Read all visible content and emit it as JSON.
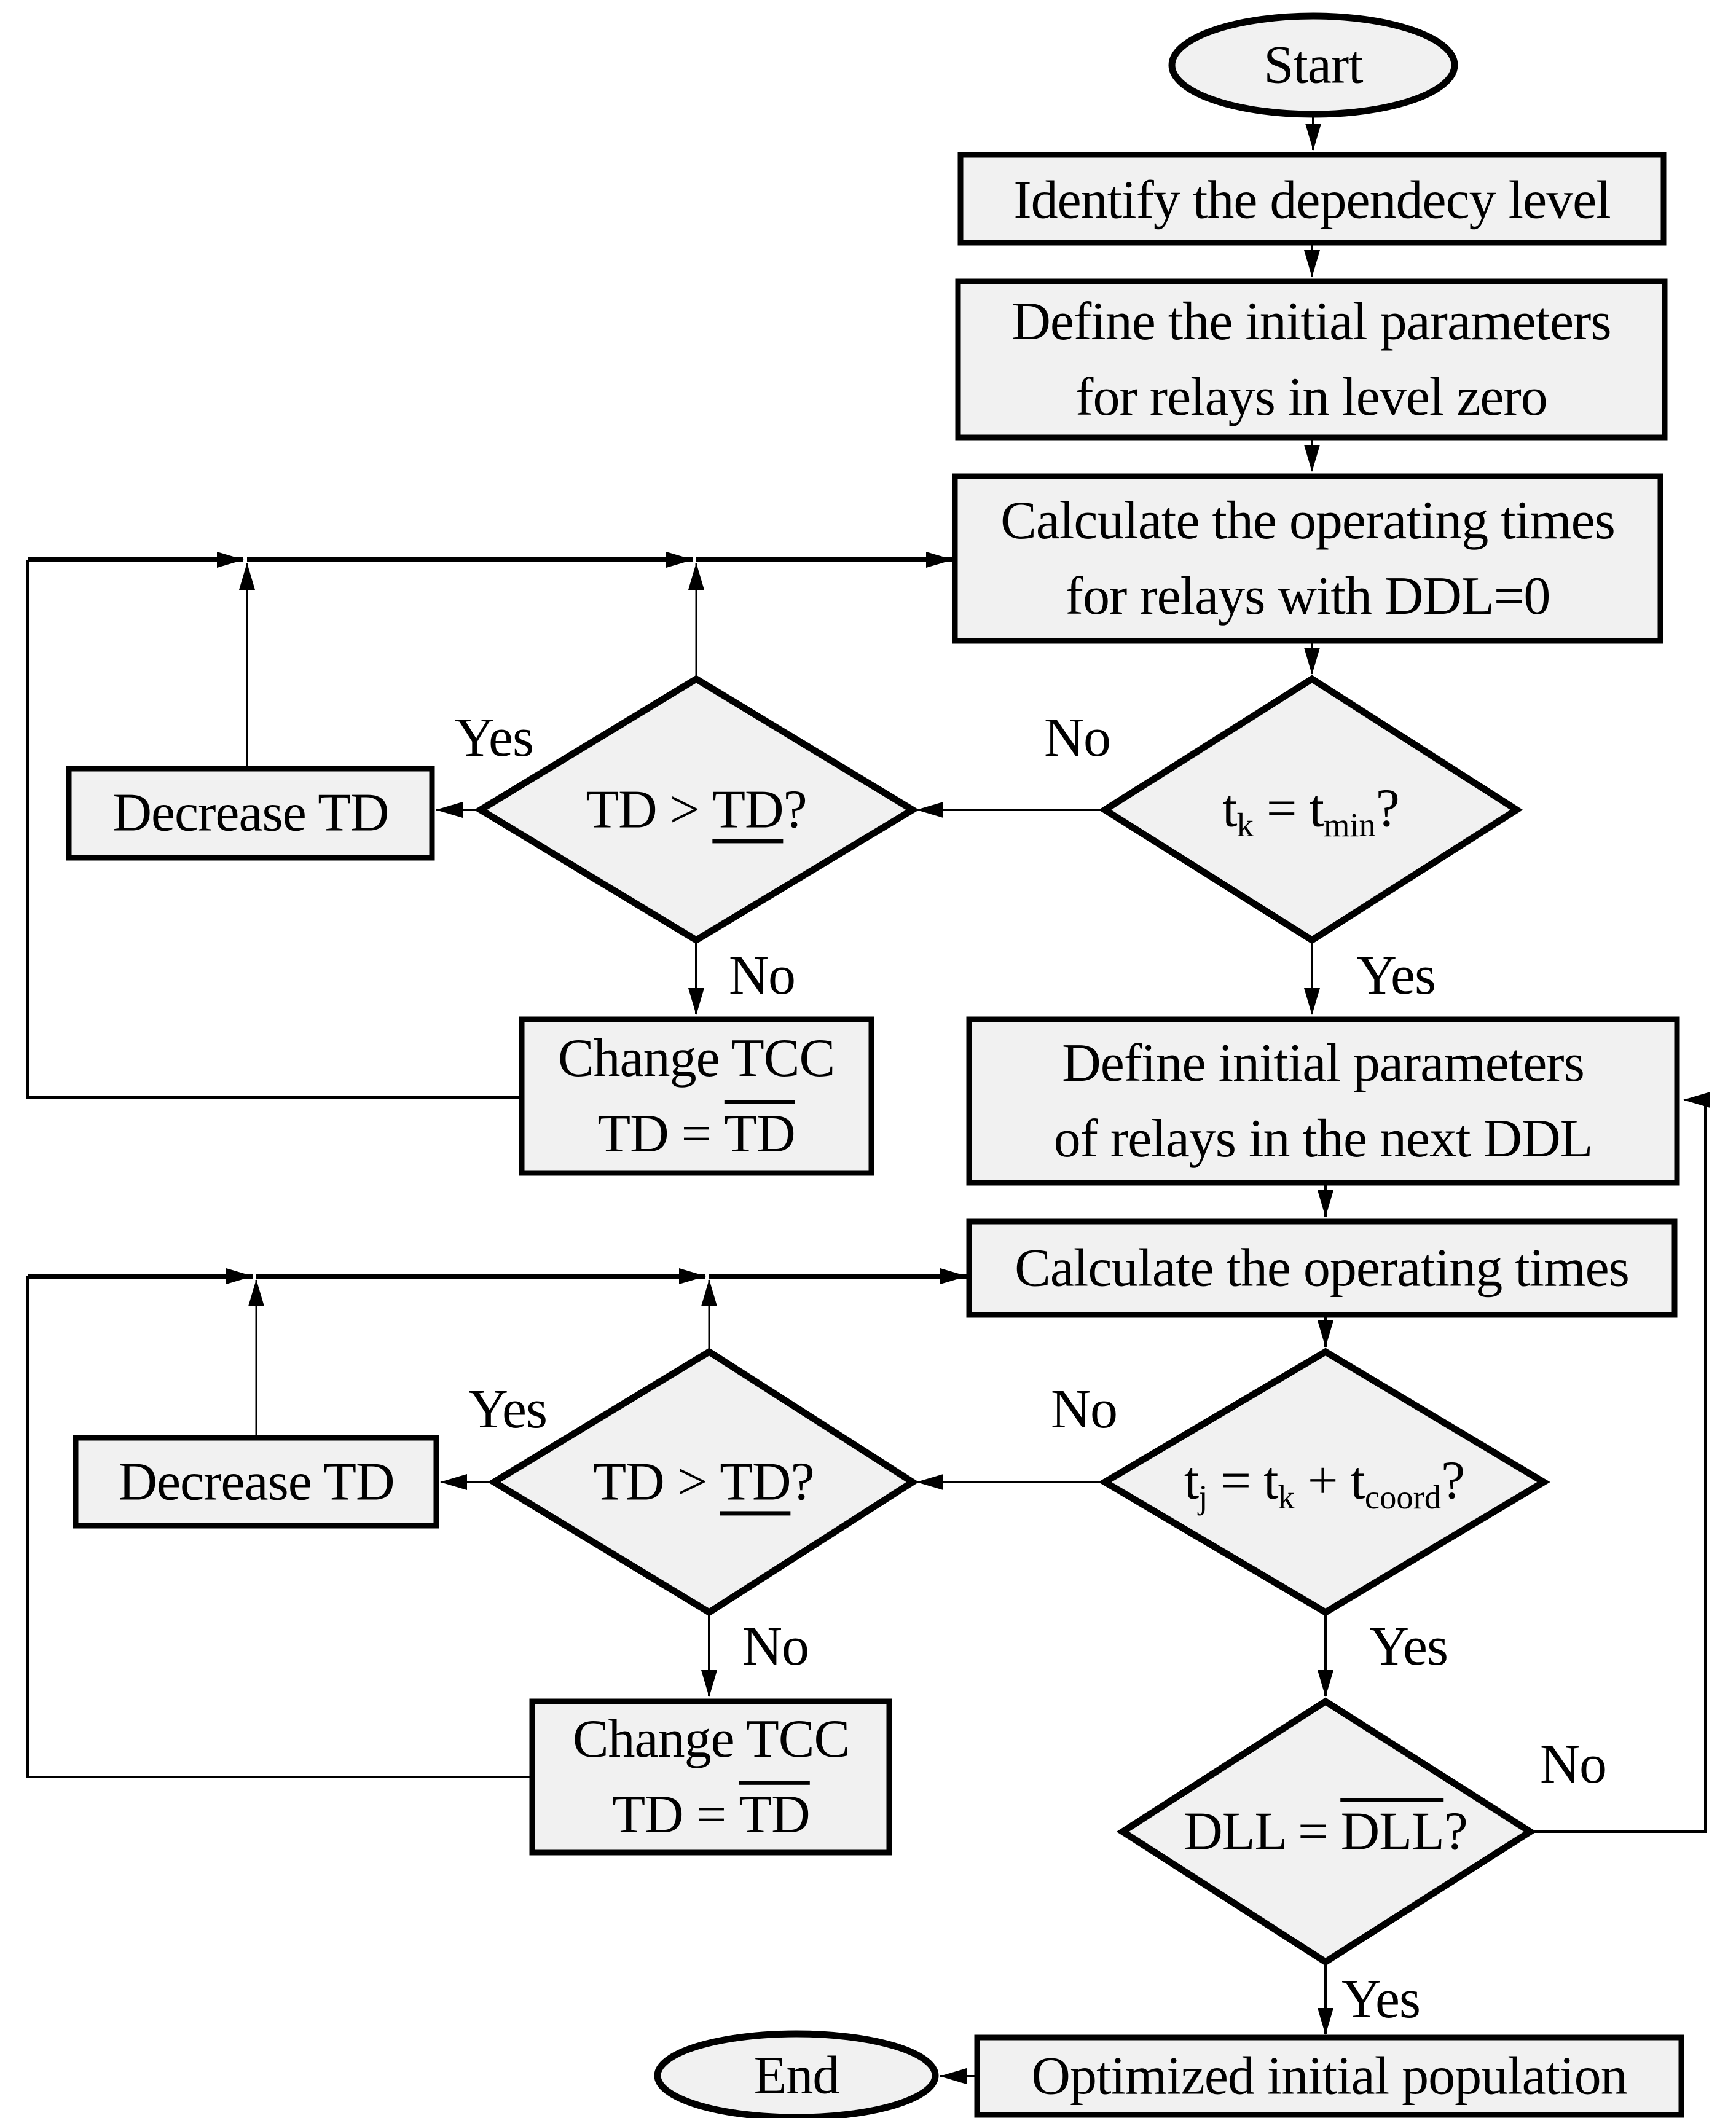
{
  "colors": {
    "shape_fill": "#f1f1f1",
    "line": "#000000"
  },
  "nodes": {
    "start": {
      "label": "Start"
    },
    "identify": {
      "label": "Identify the dependecy level"
    },
    "define_zero": {
      "line1": "Define the initial parameters",
      "line2": "for relays in level zero"
    },
    "calc_ddl0": {
      "line1": "Calculate the operating times",
      "line2": "for relays with DDL=0"
    },
    "tk_decision": {
      "rich": [
        [
          "t",
          ""
        ],
        [
          "k",
          "sub"
        ],
        [
          " = t",
          ""
        ],
        [
          "min",
          "sub"
        ],
        [
          "?",
          ""
        ]
      ]
    },
    "td_decision_1": {
      "rich": [
        [
          "TD > ",
          ""
        ],
        [
          "TD",
          "under"
        ],
        [
          "?",
          ""
        ]
      ]
    },
    "decrease_td_1": {
      "label": "Decrease TD"
    },
    "change_tcc_1": {
      "line1": "Change TCC",
      "line2_rich": [
        [
          "TD = ",
          ""
        ],
        [
          "TD",
          "over"
        ]
      ]
    },
    "define_next": {
      "line1": "Define initial parameters",
      "line2": "of relays in the next DDL"
    },
    "calc_times": {
      "label": "Calculate the operating times"
    },
    "tj_decision": {
      "rich": [
        [
          "t",
          ""
        ],
        [
          "j",
          "sub"
        ],
        [
          " = t",
          ""
        ],
        [
          "k",
          "sub"
        ],
        [
          " + t",
          ""
        ],
        [
          "coord",
          "sub"
        ],
        [
          "?",
          ""
        ]
      ]
    },
    "td_decision_2": {
      "rich": [
        [
          "TD > ",
          ""
        ],
        [
          "TD",
          "under"
        ],
        [
          "?",
          ""
        ]
      ]
    },
    "decrease_td_2": {
      "label": "Decrease TD"
    },
    "change_tcc_2": {
      "line1": "Change TCC",
      "line2_rich": [
        [
          "TD = ",
          ""
        ],
        [
          "TD",
          "over"
        ]
      ]
    },
    "dll_decision": {
      "rich": [
        [
          "DLL = ",
          ""
        ],
        [
          "DLL",
          "over"
        ],
        [
          "?",
          ""
        ]
      ]
    },
    "optimized": {
      "label": "Optimized initial population"
    },
    "end": {
      "label": "End"
    }
  },
  "edge_labels": {
    "tk_no": "No",
    "tk_yes": "Yes",
    "td1_yes": "Yes",
    "td1_no": "No",
    "tj_no": "No",
    "tj_yes": "Yes",
    "td2_yes": "Yes",
    "td2_no": "No",
    "dll_no": "No",
    "dll_yes": "Yes"
  }
}
